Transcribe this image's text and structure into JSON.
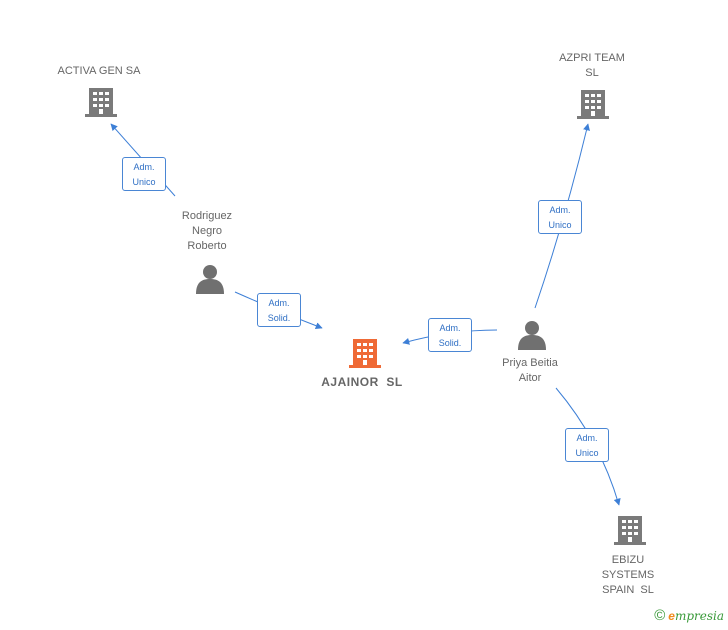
{
  "colors": {
    "company": "#7a7a7a",
    "main_company": "#ef6a36",
    "person": "#707070",
    "edge": "#3d7fd6",
    "edge_label_text": "#2f6fc4",
    "brand_green": "#3a9a3a",
    "brand_orange": "#f08c1e"
  },
  "nodes": {
    "activa": {
      "icon": "building-icon",
      "lines": [
        "ACTIVA GEN SA"
      ]
    },
    "azpri": {
      "icon": "building-icon",
      "lines": [
        "AZPRI TEAM",
        "SL"
      ]
    },
    "rodriguez": {
      "icon": "person-icon",
      "lines": [
        "Rodriguez",
        "Negro",
        "Roberto"
      ]
    },
    "ajainor": {
      "icon": "building-icon",
      "lines": [
        "AJAINOR  SL"
      ]
    },
    "priya": {
      "icon": "person-icon",
      "lines": [
        "Priya Beitia",
        "Aitor"
      ]
    },
    "ebizu": {
      "icon": "building-icon",
      "lines": [
        "EBIZU",
        "SYSTEMS",
        "SPAIN  SL"
      ]
    }
  },
  "edges": {
    "rodriguez_activa": {
      "lines": [
        "Adm.",
        "Unico"
      ]
    },
    "rodriguez_ajainor": {
      "lines": [
        "Adm.",
        "Solid."
      ]
    },
    "priya_ajainor": {
      "lines": [
        "Adm.",
        "Solid."
      ]
    },
    "priya_azpri": {
      "lines": [
        "Adm.",
        "Unico"
      ]
    },
    "priya_ebizu": {
      "lines": [
        "Adm.",
        "Unico"
      ]
    }
  },
  "footer": {
    "copyright": "©",
    "brand_initial": "e",
    "brand_rest": "mpresia"
  }
}
